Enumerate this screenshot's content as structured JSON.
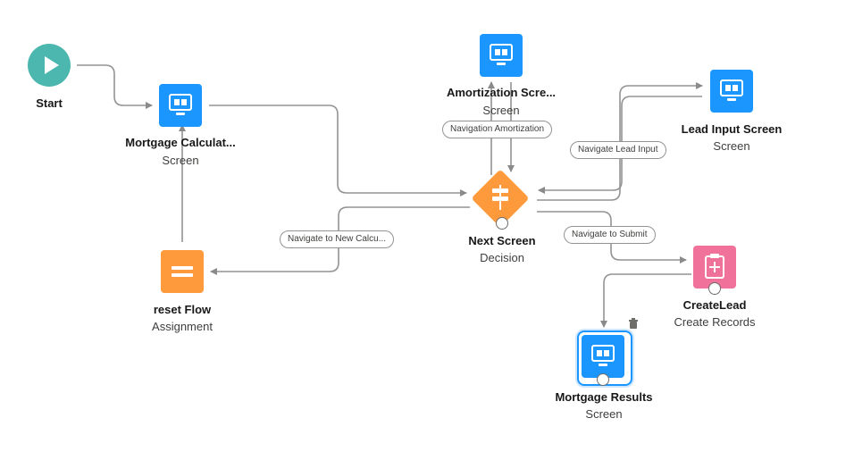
{
  "nodes": {
    "start": {
      "title": "Start"
    },
    "mortgage_calc": {
      "title": "Mortgage Calculat...",
      "subtitle": "Screen"
    },
    "amortization": {
      "title": "Amortization Scre...",
      "subtitle": "Screen"
    },
    "lead_input": {
      "title": "Lead Input Screen",
      "subtitle": "Screen"
    },
    "next_screen": {
      "title": "Next Screen",
      "subtitle": "Decision"
    },
    "reset_flow": {
      "title": "reset Flow",
      "subtitle": "Assignment"
    },
    "create_lead": {
      "title": "CreateLead",
      "subtitle": "Create Records"
    },
    "mortgage_results": {
      "title": "Mortgage Results",
      "subtitle": "Screen"
    }
  },
  "connector_labels": {
    "amortization": "Navigation Amortization",
    "lead_input": "Navigate Lead Input",
    "new_calc": "Navigate to New Calcu...",
    "submit": "Navigate to Submit"
  },
  "colors": {
    "screen": "#1b96ff",
    "assignment": "#ff9a3c",
    "decision": "#ff9a3c",
    "create_records": "#f0729b",
    "start": "#4bb7ae",
    "connector": "#939393"
  }
}
